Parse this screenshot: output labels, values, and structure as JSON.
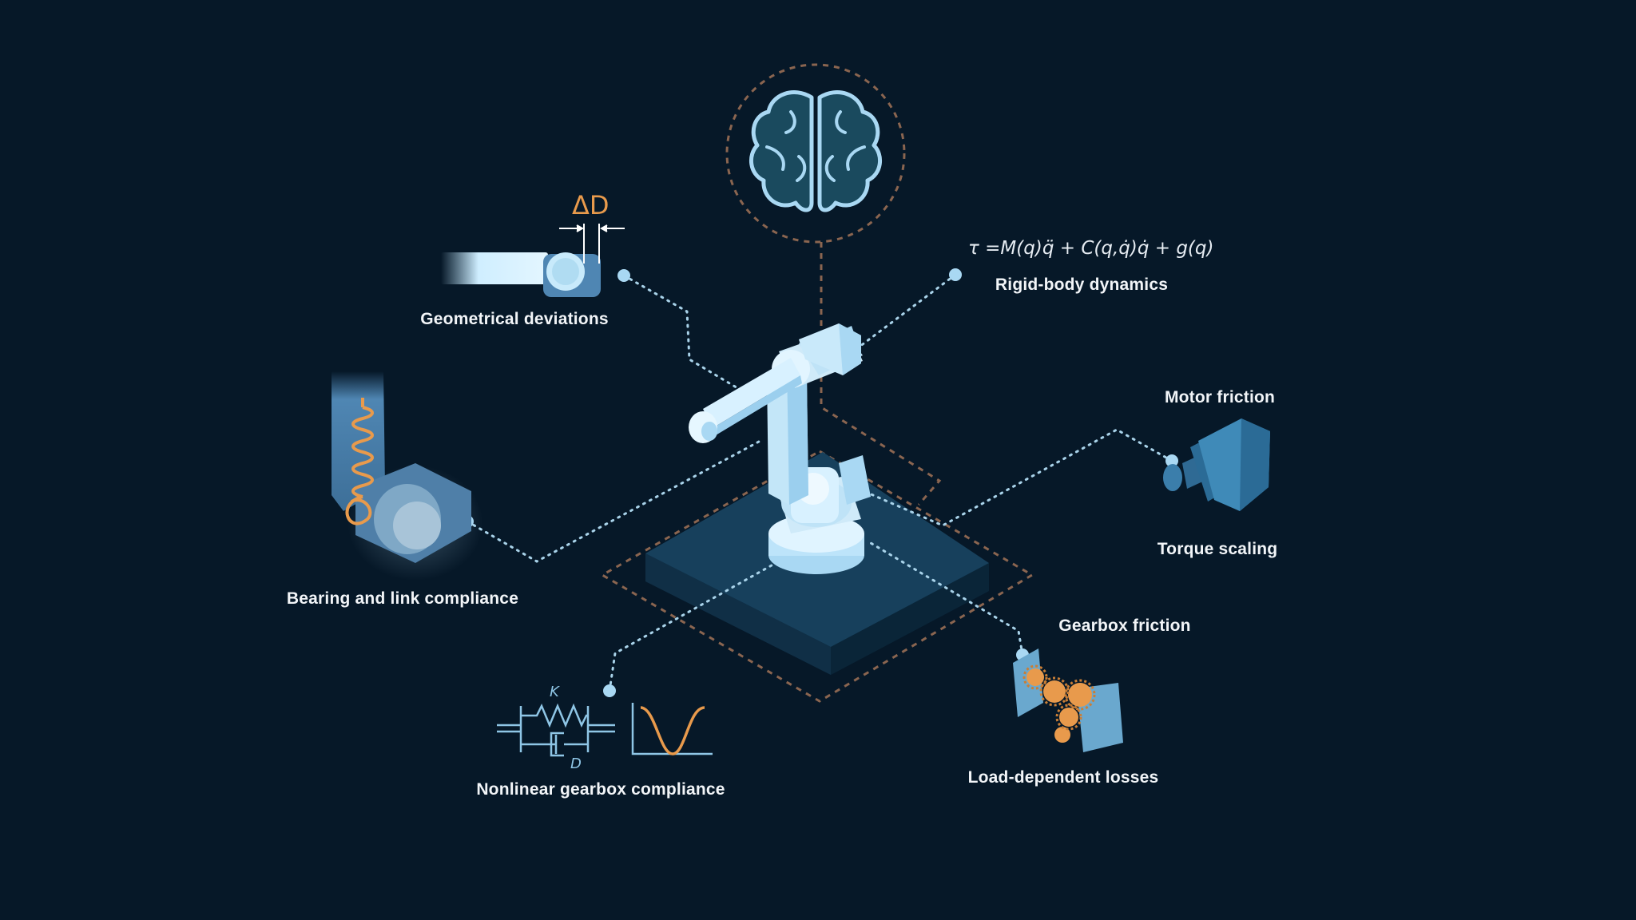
{
  "labels": {
    "geometrical_deviations": "Geometrical deviations",
    "rigid_body_dynamics": "Rigid-body dynamics",
    "motor_friction": "Motor friction",
    "torque_scaling": "Torque scaling",
    "bearing_link_compliance": "Bearing and link compliance",
    "gearbox_friction": "Gearbox friction",
    "load_dependent_losses": "Load-dependent losses",
    "nonlinear_gearbox_compliance": "Nonlinear gearbox compliance"
  },
  "formula": "τ =M(q)q̈ + C(q,q̇)q̇ + g(q)",
  "symbols": {
    "delta_d": "ΔD",
    "spring_k": "K",
    "damper_d": "D"
  },
  "icons": {
    "brain": "brain-icon",
    "robot": "industrial-robot-arm",
    "motor": "motor-icon",
    "gears": "gears-icon"
  },
  "colors": {
    "background": "#061828",
    "accent_light_blue": "#a9d8f3",
    "accent_orange": "#e89a4c",
    "dashed_orange": "#8a6550"
  }
}
